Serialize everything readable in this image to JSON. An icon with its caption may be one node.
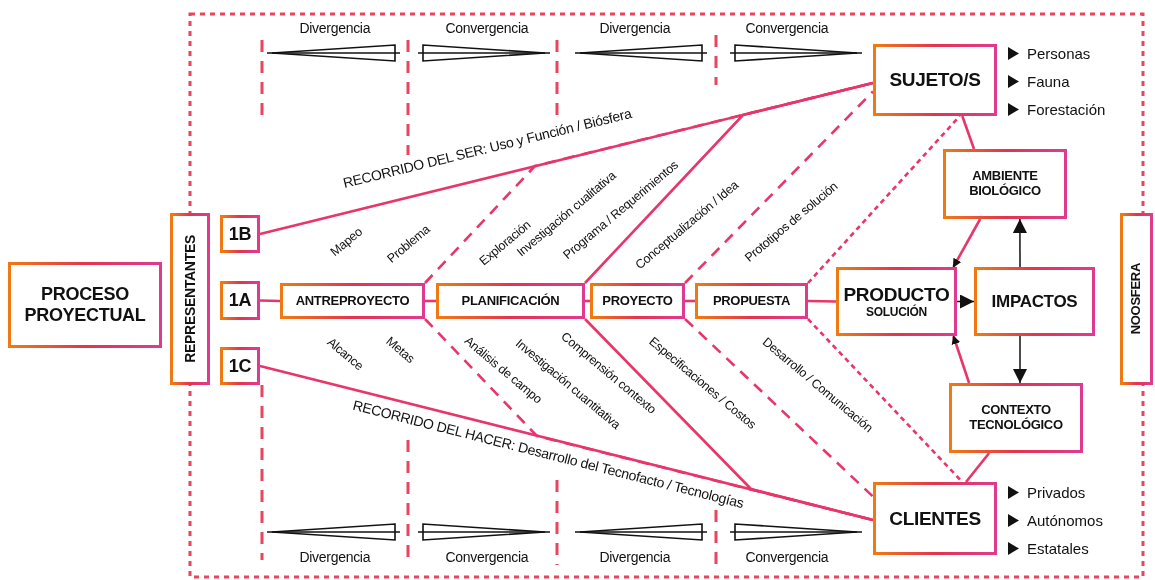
{
  "diagram": {
    "nodes": [
      {
        "text": [
          "PROCESO PROYECTUAL"
        ]
      },
      {
        "text": [
          "REPRESENTANTES"
        ]
      },
      {
        "text": [
          "1B"
        ]
      },
      {
        "text": [
          "1A"
        ]
      },
      {
        "text": [
          "1C"
        ]
      },
      {
        "text": [
          "ANTREPROYECTO"
        ]
      },
      {
        "text": [
          "PLANIFICACIÓN"
        ]
      },
      {
        "text": [
          "PROYECTO"
        ]
      },
      {
        "text": [
          "PROPUESTA"
        ]
      },
      {
        "text": [
          "PRODUCTO",
          "SOLUCIÓN"
        ]
      },
      {
        "text": [
          "IMPACTOS"
        ]
      },
      {
        "text": [
          "SUJETO/S"
        ],
        "beside": [
          "Personas",
          "Fauna",
          "Forestación"
        ]
      },
      {
        "text": [
          "AMBIENTE BIOLÓGICO"
        ]
      },
      {
        "text": [
          "CONTEXTO TECNOLÓGICO"
        ]
      },
      {
        "text": [
          "CLIENTES"
        ],
        "beside": [
          "Privados",
          "Autónomos",
          "Estatales"
        ]
      },
      {
        "text": [
          "NOOSFERA"
        ]
      }
    ],
    "edges": [
      {
        "from": 3,
        "to": 5,
        "arrow": "none"
      },
      {
        "from": 5,
        "to": 6,
        "arrow": "none"
      },
      {
        "from": 6,
        "to": 7,
        "arrow": "none"
      },
      {
        "from": 7,
        "to": 8,
        "arrow": "none"
      },
      {
        "from": 8,
        "to": 9,
        "arrow": "none"
      },
      {
        "from": 2,
        "to": 11,
        "arrow": "none",
        "label": "RECORRIDO DEL SER: Uso y Función / Biósfera"
      },
      {
        "from": 4,
        "to": 14,
        "arrow": "none",
        "label": "RECORRIDO DEL HACER: Desarrollo del Tecnofacto / Tecnologías"
      },
      {
        "from": 5,
        "to": 11,
        "arrow": "none",
        "style": "dashed"
      },
      {
        "from": 5,
        "to": 14,
        "arrow": "none",
        "style": "dashed"
      },
      {
        "from": 6,
        "to": 11,
        "arrow": "none"
      },
      {
        "from": 6,
        "to": 14,
        "arrow": "none"
      },
      {
        "from": 7,
        "to": 11,
        "arrow": "none",
        "style": "dashed"
      },
      {
        "from": 7,
        "to": 14,
        "arrow": "none",
        "style": "dashed"
      },
      {
        "from": 8,
        "to": 11,
        "arrow": "none",
        "style": "dashed"
      },
      {
        "from": 8,
        "to": 14,
        "arrow": "none",
        "style": "dashed"
      },
      {
        "from": 11,
        "to": 12,
        "arrow": "none"
      },
      {
        "from": 12,
        "to": 9,
        "arrow": "to"
      },
      {
        "from": 13,
        "to": 9,
        "arrow": "to"
      },
      {
        "from": 13,
        "to": 14,
        "arrow": "none"
      },
      {
        "from": 9,
        "to": 10,
        "arrow": "to",
        "color": "#111111"
      },
      {
        "from": 10,
        "to": 12,
        "arrow": "to",
        "color": "#111111"
      },
      {
        "from": 10,
        "to": 13,
        "arrow": "to",
        "color": "#111111"
      }
    ],
    "labels": [
      "Divergencia",
      "Convergencia",
      "Divergencia",
      "Convergencia",
      "Mapeo",
      "Problema",
      "Exploración",
      "Investigación cualitativa",
      "Programa / Requerimientos",
      "Conceptualización / Idea",
      "Prototipos de solución",
      "Alcance",
      "Metas",
      "Análisis de campo",
      "Investigación cuantitativa",
      "Comprensión contexto",
      "Especificaciones / Costos",
      "Desarrollo / Comunicación",
      "Divergencia",
      "Convergencia",
      "Divergencia",
      "Convergencia"
    ]
  }
}
